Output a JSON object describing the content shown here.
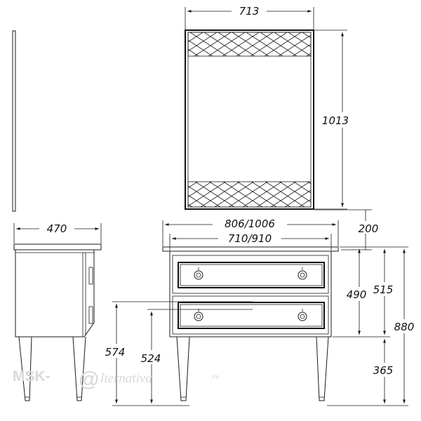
{
  "dimensions": {
    "mirror_width": "713",
    "mirror_height": "1013",
    "side_depth": "470",
    "top_width": "806/1006",
    "body_width": "710/910",
    "gap": "200",
    "drawers_height": "490",
    "cabinet_height": "515",
    "total_height": "880",
    "leg_height": "365",
    "lower_handle_height": "524",
    "upper_handle_height": "574"
  },
  "watermark": {
    "brand": "MSK-",
    "at": "@",
    "script": "lternativa",
    "domain": ".ru"
  },
  "colors": {
    "line": "#1a1a1a",
    "watermark": "#d9d9d9"
  }
}
